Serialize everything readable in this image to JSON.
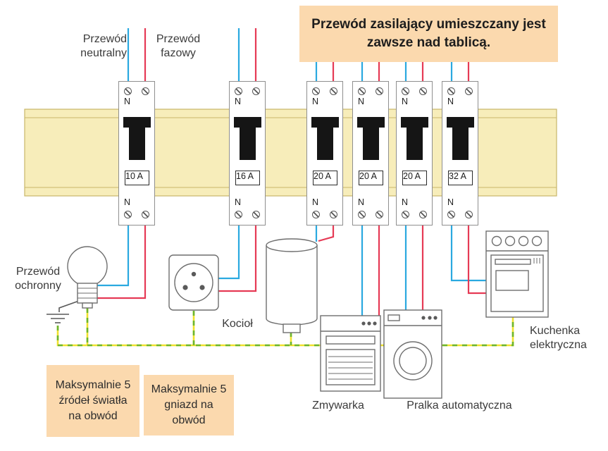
{
  "callout": {
    "text": "Przewód zasilający umieszczany jest zawsze nad tablicą."
  },
  "labels": {
    "neutral_wire": "Przewód neutralny",
    "phase_wire": "Przewód fazowy",
    "protective_wire": "Przewód ochronny",
    "n_marking": "N"
  },
  "breakers": [
    {
      "amp": "10 A"
    },
    {
      "amp": "16 A"
    },
    {
      "amp": "20 A"
    },
    {
      "amp": "20 A"
    },
    {
      "amp": "20 A"
    },
    {
      "amp": "32 A"
    }
  ],
  "devices": {
    "boiler": "Kocioł",
    "dishwasher": "Zmywarka",
    "washing_machine": "Pralka automatyczna",
    "stove": "Kuchenka elektryczna"
  },
  "notes": [
    {
      "text": "Maksymalnie 5 źródeł światła na obwód"
    },
    {
      "text": "Maksymalnie 5 gniazd na obwód"
    }
  ],
  "colors": {
    "neutral": "#2aa9e0",
    "phase": "#e63a55",
    "protective_green": "#6cb52d",
    "protective_yellow": "#f0e12e",
    "rail_fill": "#f7edba",
    "rail_stroke": "#c9b66a",
    "note_bg": "#fbd9ae"
  }
}
